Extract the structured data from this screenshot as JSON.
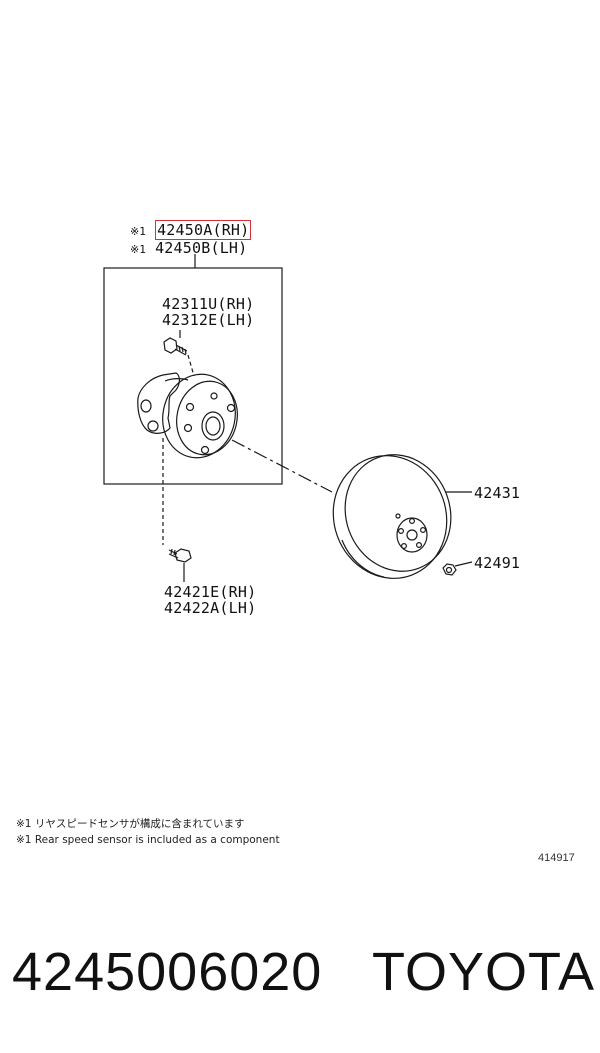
{
  "callouts": {
    "hub_assy_rh": {
      "mark": "※1",
      "code": "42450A(RH)"
    },
    "hub_assy_lh": {
      "mark": "※1",
      "code": "42450B(LH)"
    },
    "hub_bolt_rh": "42311U(RH)",
    "hub_bolt_lh": "42312E(LH)",
    "disc": "42431",
    "disc_screw": "42491",
    "mount_bolt_rh": "42421E(RH)",
    "mount_bolt_lh": "42422A(LH)"
  },
  "notes": {
    "jp": "※1 リヤスピードセンサが構成に含まれています",
    "en": "※1 Rear speed sensor is included as a component"
  },
  "figure_number": "414917",
  "footer": {
    "part_number": "4245006020",
    "brand": "TOYOTA"
  },
  "colors": {
    "highlight": "#d4303a",
    "line": "#1a1a1a"
  }
}
